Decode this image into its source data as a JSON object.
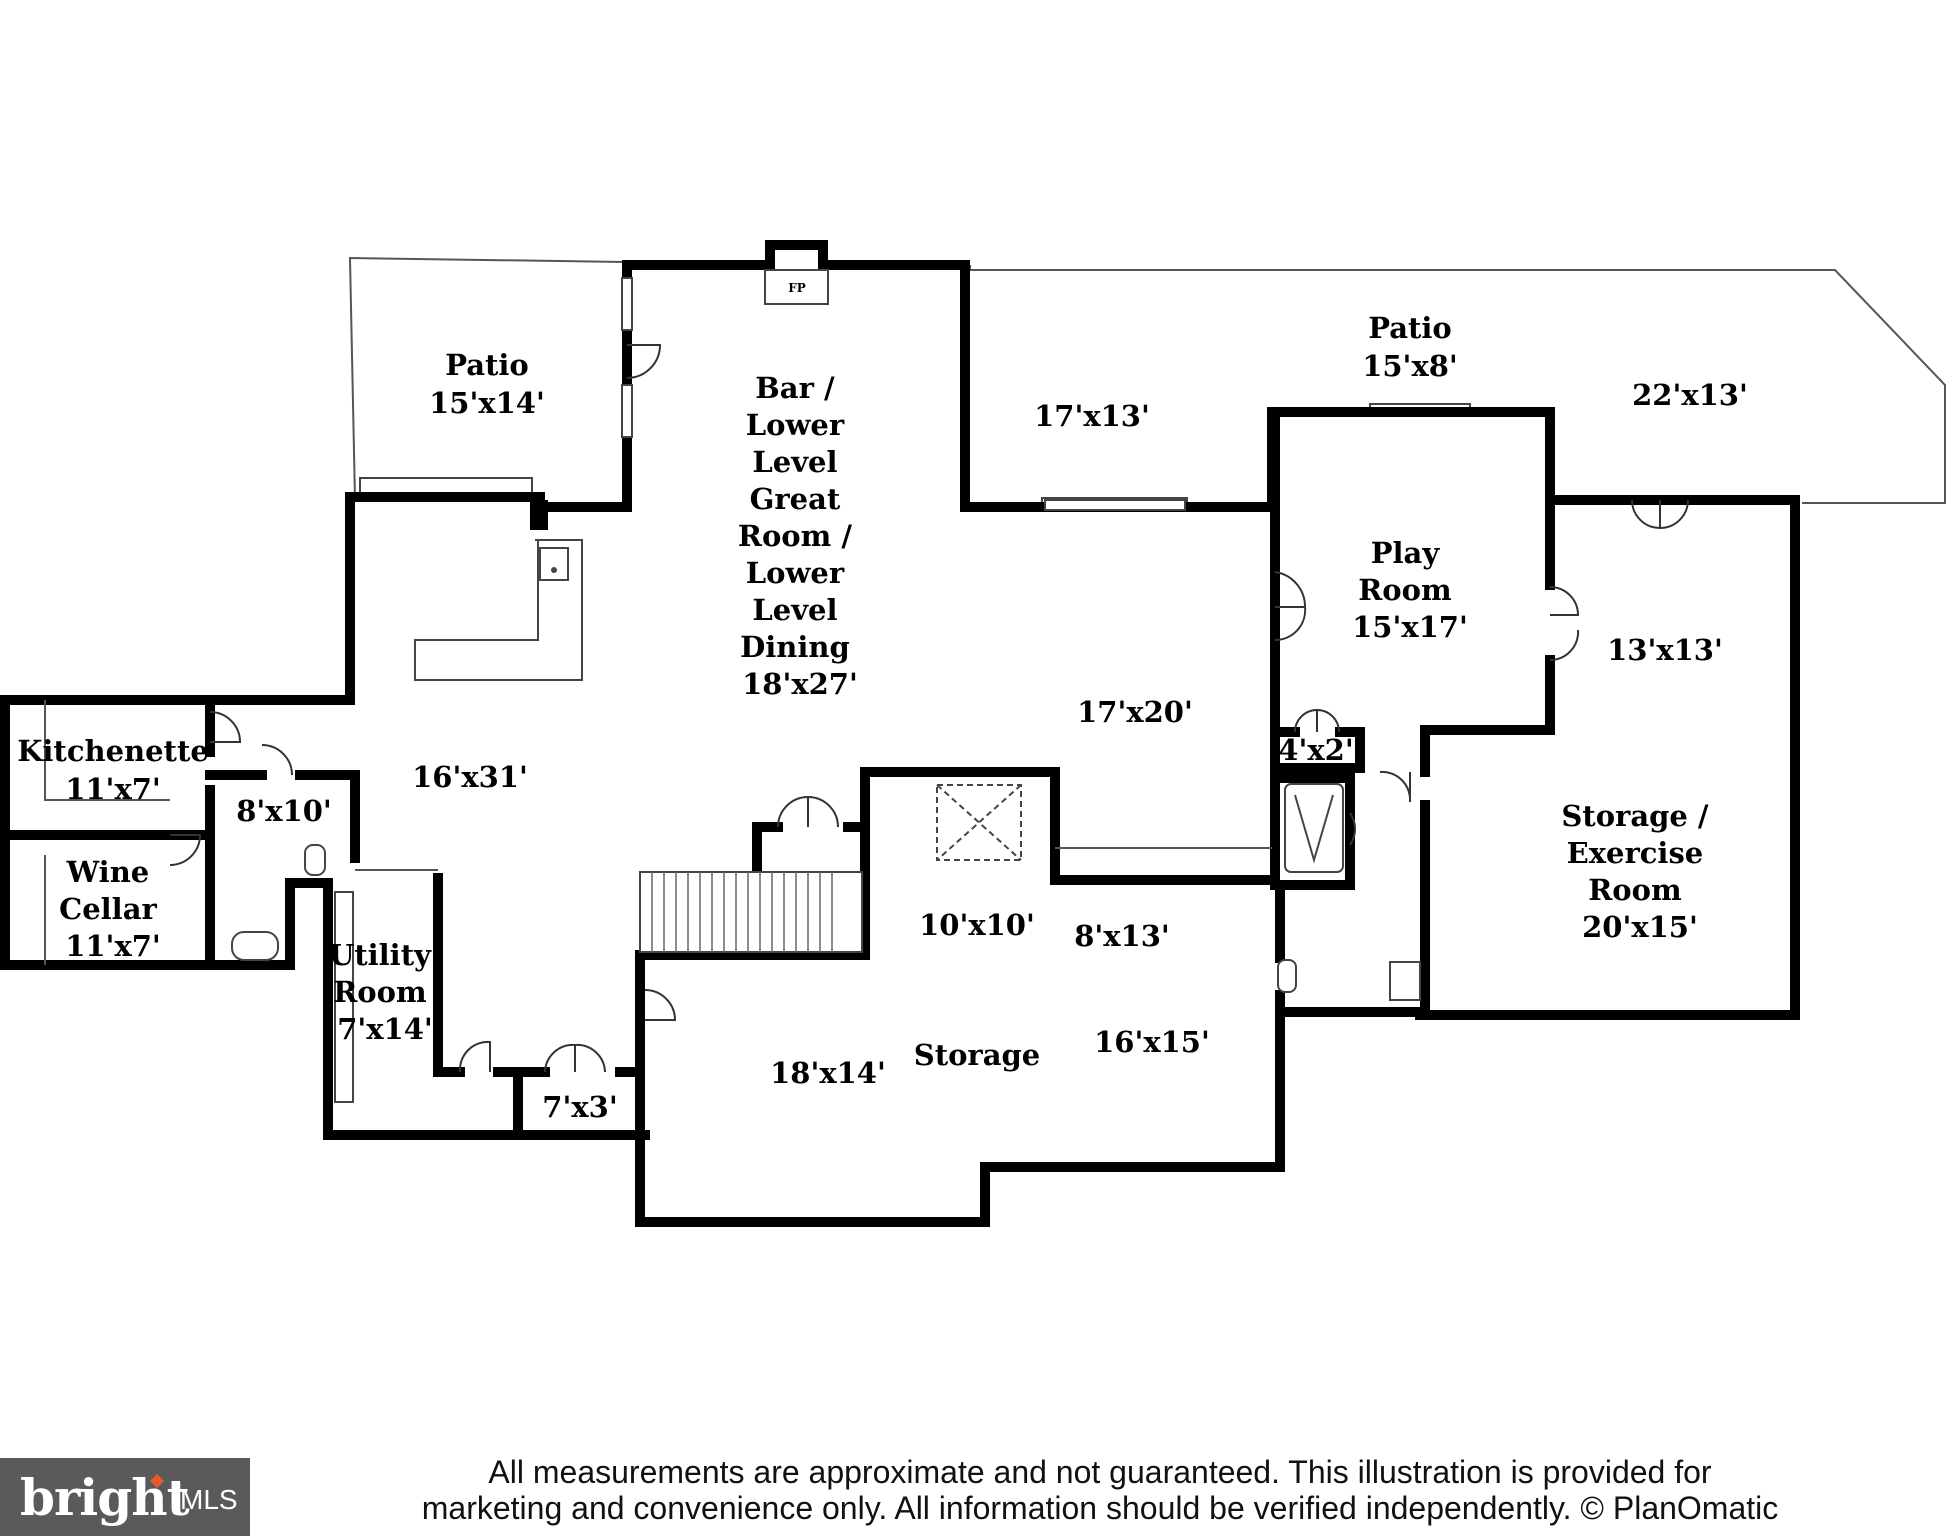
{
  "rooms": [
    {
      "id": "patio-left",
      "name": "Patio",
      "dims": "15'x14'"
    },
    {
      "id": "bar-great-room",
      "name": "Bar /\nLower\nLevel\nGreat\nRoom /\nLower\nLevel\nDining",
      "dims": "18'x27'"
    },
    {
      "id": "patio-right",
      "name": "Patio",
      "dims": "15'x8'"
    },
    {
      "id": "area-17x13",
      "name": "",
      "dims": "17'x13'"
    },
    {
      "id": "area-22x13",
      "name": "",
      "dims": "22'x13'"
    },
    {
      "id": "play-room",
      "name": "Play\nRoom",
      "dims": "15'x17'"
    },
    {
      "id": "room-13x13",
      "name": "",
      "dims": "13'x13'"
    },
    {
      "id": "kitchenette",
      "name": "Kitchenette",
      "dims": "11'x7'"
    },
    {
      "id": "wine-cellar",
      "name": "Wine\nCellar",
      "dims": "11'x7'"
    },
    {
      "id": "bath-8x10",
      "name": "",
      "dims": "8'x10'"
    },
    {
      "id": "area-16x31",
      "name": "",
      "dims": "16'x31'"
    },
    {
      "id": "area-17x20",
      "name": "",
      "dims": "17'x20'"
    },
    {
      "id": "closet-4x2",
      "name": "",
      "dims": "4'x2'"
    },
    {
      "id": "storage-exercise",
      "name": "Storage /\nExercise\nRoom",
      "dims": "20'x15'"
    },
    {
      "id": "area-10x10",
      "name": "",
      "dims": "10'x10'"
    },
    {
      "id": "bath-8x13",
      "name": "",
      "dims": "8'x13'"
    },
    {
      "id": "utility-room",
      "name": "Utility\nRoom",
      "dims": "7'x14'"
    },
    {
      "id": "closet-7x3",
      "name": "",
      "dims": "7'x3'"
    },
    {
      "id": "area-18x14",
      "name": "",
      "dims": "18'x14'"
    },
    {
      "id": "storage",
      "name": "Storage",
      "dims": ""
    },
    {
      "id": "area-16x15",
      "name": "",
      "dims": "16'x15'"
    }
  ],
  "fireplace_label": "FP",
  "disclaimer": {
    "line1": "All measurements are approximate and not guaranteed. This illustration is provided for",
    "line2": "marketing and convenience only. All information should be verified independently. © PlanOmatic"
  },
  "logo": {
    "word": "bright",
    "suffix": "MLS",
    "accent_color": "#e05a2a"
  }
}
